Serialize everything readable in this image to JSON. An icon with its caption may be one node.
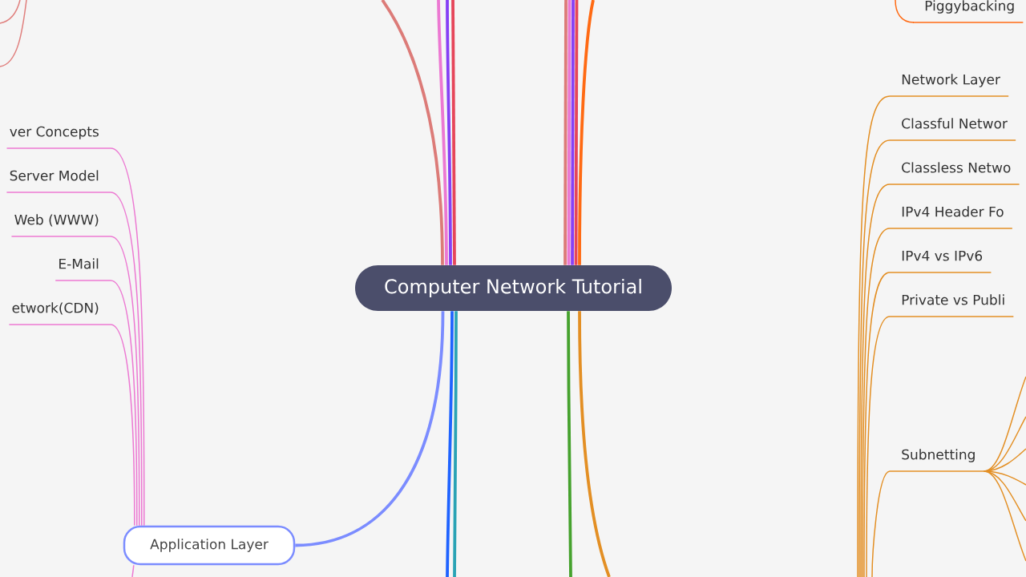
{
  "diagram": {
    "nodes": [
      {
        "text": [
          "Computer Network Tutorial"
        ]
      },
      {
        "text": [
          "Application Layer"
        ]
      },
      {
        "text": [
          "ver Concepts"
        ]
      },
      {
        "text": [
          "Server Model"
        ]
      },
      {
        "text": [
          "Web (WWW)"
        ]
      },
      {
        "text": [
          "E-Mail"
        ]
      },
      {
        "text": [
          "etwork(CDN)"
        ]
      },
      {
        "text": [
          "Piggybacking"
        ]
      },
      {
        "text": [
          "Network Layer"
        ]
      },
      {
        "text": [
          "Classful Networ"
        ]
      },
      {
        "text": [
          "Classless Netwo"
        ]
      },
      {
        "text": [
          "IPv4 Header Fo"
        ]
      },
      {
        "text": [
          "IPv4 vs IPv6"
        ]
      },
      {
        "text": [
          "Private vs Publi"
        ]
      },
      {
        "text": [
          "Subnetting"
        ]
      }
    ],
    "edges": [
      {
        "from": 0,
        "to": 1,
        "arrow": "none",
        "style": "thick",
        "color": "#7b8cff"
      },
      {
        "from": 0,
        "to": null,
        "arrow": "none",
        "style": "thick",
        "color": "#dc7b78"
      },
      {
        "from": 0,
        "to": null,
        "arrow": "none",
        "style": "thick",
        "color": "#ec78d2"
      },
      {
        "from": 0,
        "to": null,
        "arrow": "none",
        "style": "thick",
        "color": "#8640f5"
      },
      {
        "from": 0,
        "to": null,
        "arrow": "none",
        "style": "thick",
        "color": "#e6465a"
      },
      {
        "from": 0,
        "to": null,
        "arrow": "none",
        "style": "thick",
        "color": "#dc7b78"
      },
      {
        "from": 0,
        "to": null,
        "arrow": "none",
        "style": "thick",
        "color": "#ec78d2"
      },
      {
        "from": 0,
        "to": null,
        "arrow": "none",
        "style": "thick",
        "color": "#8640f5"
      },
      {
        "from": 0,
        "to": null,
        "arrow": "none",
        "style": "thick",
        "color": "#e6465a"
      },
      {
        "from": 0,
        "to": null,
        "arrow": "none",
        "style": "thick",
        "color": "#ff6a13"
      },
      {
        "from": 0,
        "to": null,
        "arrow": "none",
        "style": "thick",
        "color": "#1f63ff"
      },
      {
        "from": 0,
        "to": null,
        "arrow": "none",
        "style": "thick",
        "color": "#2aa3b5"
      },
      {
        "from": 0,
        "to": null,
        "arrow": "none",
        "style": "thick",
        "color": "#46a22e"
      },
      {
        "from": 0,
        "to": null,
        "arrow": "none",
        "style": "thick"
      },
      {
        "from": 1,
        "to": 2,
        "arrow": "none",
        "color": "#ec78d2"
      },
      {
        "from": 1,
        "to": 3,
        "arrow": "none",
        "color": "#ec78d2"
      },
      {
        "from": 1,
        "to": 4,
        "arrow": "none",
        "color": "#ec78d2"
      },
      {
        "from": 1,
        "to": 5,
        "arrow": "none",
        "color": "#ec78d2"
      },
      {
        "from": 1,
        "to": 6,
        "arrow": "none",
        "color": "#ec78d2"
      },
      {
        "from": 1,
        "to": null,
        "arrow": "none",
        "color": "#ec78d2"
      },
      {
        "from": null,
        "to": 7,
        "arrow": "none",
        "color": "#ff6a13"
      },
      {
        "from": null,
        "to": 8,
        "arrow": "none"
      },
      {
        "from": null,
        "to": 9,
        "arrow": "none"
      },
      {
        "from": null,
        "to": 10,
        "arrow": "none"
      },
      {
        "from": null,
        "to": 11,
        "arrow": "none"
      },
      {
        "from": null,
        "to": 12,
        "arrow": "none"
      },
      {
        "from": null,
        "to": 13,
        "arrow": "none"
      },
      {
        "from": null,
        "to": 14,
        "arrow": "none"
      },
      {
        "from": 14,
        "to": null,
        "arrow": "none"
      },
      {
        "from": 14,
        "to": null,
        "arrow": "none"
      },
      {
        "from": 14,
        "to": null,
        "arrow": "none"
      },
      {
        "from": 14,
        "to": null,
        "arrow": "none"
      },
      {
        "from": 14,
        "to": null,
        "arrow": "none"
      },
      {
        "from": 14,
        "to": null,
        "arrow": "none"
      }
    ]
  }
}
